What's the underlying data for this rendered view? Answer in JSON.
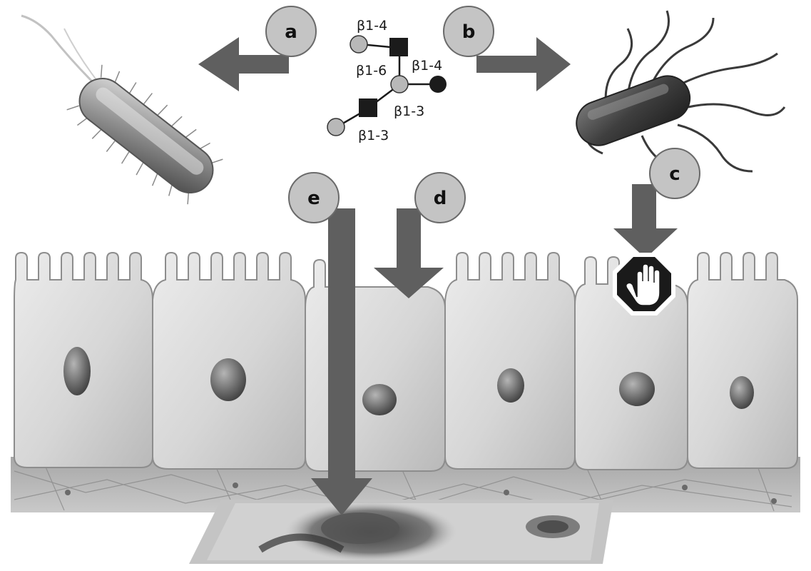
{
  "labels": {
    "a": "a",
    "b": "b",
    "c": "c",
    "d": "d",
    "e": "e"
  },
  "glycan": {
    "links": {
      "top": "β1-4",
      "left": "β1-6",
      "right": "β1-4",
      "mid": "β1-3",
      "bottom": "β1-3"
    }
  },
  "colors": {
    "arrow": "#5f5f5f",
    "label_circle": "#c4c4c4",
    "glycan_gray": "#b8b8b8",
    "glycan_black": "#1b1b1b",
    "cell": "#dcdcdc",
    "nucleus": "#7a7a7a"
  },
  "icons": {
    "stop": "stop-hand-icon"
  }
}
